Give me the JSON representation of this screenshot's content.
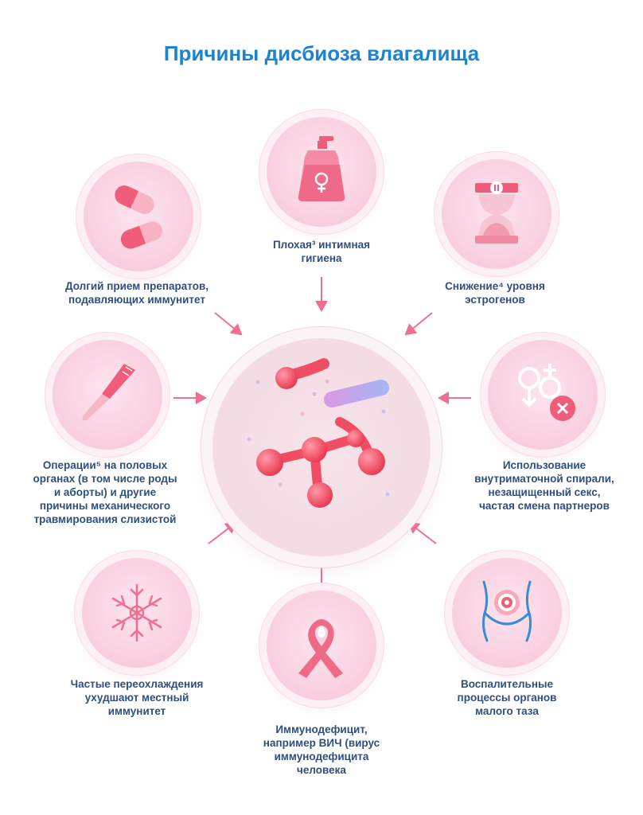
{
  "title": "Причины дисбиоза влагалища",
  "causes": [
    {
      "id": "hygiene",
      "icon": "soap-bottle-icon",
      "lines": [
        "Плохая³ интимная",
        "гигиена"
      ]
    },
    {
      "id": "drugs",
      "icon": "pills-icon",
      "lines": [
        "Долгий прием препаратов,",
        "подавляющих иммунитет"
      ]
    },
    {
      "id": "estrogen",
      "icon": "hourglass-icon",
      "lines": [
        "Снижение⁴ уровня",
        "эстрогенов"
      ]
    },
    {
      "id": "surgery",
      "icon": "scalpel-icon",
      "lines": [
        "Операции⁵ на половых",
        "органах (в том числе роды",
        "и аборты) и другие",
        "причины механического",
        "травмирования слизистой"
      ]
    },
    {
      "id": "iud",
      "icon": "gender-cross-icon",
      "lines": [
        "Использование",
        "внутриматочной спирали,",
        "незащищенный секс,",
        "частая смена партнеров"
      ]
    },
    {
      "id": "cold",
      "icon": "snowflake-icon",
      "lines": [
        "Частые переохлаждения",
        "ухудшают местный",
        "иммунитет"
      ]
    },
    {
      "id": "immuno",
      "icon": "ribbon-icon",
      "lines": [
        "Иммунодефицит,",
        "например ВИЧ (вирус",
        "иммунодефицита",
        "человека"
      ]
    },
    {
      "id": "pelvic",
      "icon": "pelvis-target-icon",
      "lines": [
        "Воспалительные",
        "процессы органов",
        "малого таза"
      ]
    }
  ],
  "colors": {
    "title": "#1b84d2",
    "label": "#2f4f7f",
    "accent": "#ef5d7a",
    "arrow": "#ef6f92",
    "bubble": "#fad3e3"
  }
}
